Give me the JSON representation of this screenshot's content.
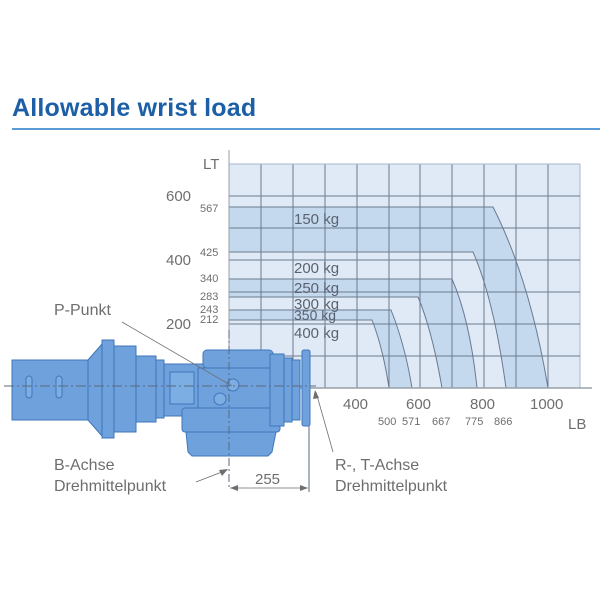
{
  "title": "Allowable wrist load",
  "colors": {
    "title": "#1c5fa6",
    "title_rule": "#5a9ad6",
    "grid_bg": "#dfeaf6",
    "band_fill": "#c4d8ee",
    "grid_line": "#6b7b8f",
    "robot_fill": "#6fa2dc",
    "robot_line": "#3f76bb",
    "text": "#6d6e70"
  },
  "chart_data": {
    "type": "area",
    "title": "Allowable wrist load",
    "xlabel": "LB",
    "ylabel": "LT",
    "xlim": [
      0,
      1100
    ],
    "ylim": [
      0,
      700
    ],
    "x_ticks": [
      400,
      600,
      800,
      1000
    ],
    "y_ticks": [
      200,
      400,
      600
    ],
    "x_minor_labels": [
      500,
      571,
      667,
      775,
      866
    ],
    "y_minor_labels": [
      567,
      425,
      340,
      283,
      243,
      212
    ],
    "grid": true,
    "series": [
      {
        "name": "150 kg",
        "LT_max": 567,
        "LB_max": 1000
      },
      {
        "name": "200 kg",
        "LT_max": 425,
        "LB_max": 866
      },
      {
        "name": "250 kg",
        "LT_max": 340,
        "LB_max": 775
      },
      {
        "name": "300 kg",
        "LT_max": 283,
        "LB_max": 667
      },
      {
        "name": "350 kg",
        "LT_max": 243,
        "LB_max": 571
      },
      {
        "name": "400 kg",
        "LT_max": 212,
        "LB_max": 500
      }
    ]
  },
  "axes": {
    "y_label": "LT",
    "x_label": "LB",
    "y_ticks": [
      "600",
      "400",
      "200"
    ],
    "y_minor": [
      "567",
      "425",
      "340",
      "283",
      "243",
      "212"
    ],
    "x_ticks": [
      "400",
      "600",
      "800",
      "1000"
    ],
    "x_minor": [
      "500",
      "571",
      "667",
      "775",
      "866"
    ]
  },
  "bands": [
    "150 kg",
    "200 kg",
    "250 kg",
    "300 kg",
    "350 kg",
    "400 kg"
  ],
  "annotations": {
    "p_point": "P-Punkt",
    "b_axis_line1": "B-Achse",
    "b_axis_line2": "Drehmittelpunkt",
    "rt_axis_line1": "R-, T-Achse",
    "rt_axis_line2": "Drehmittelpunkt",
    "dimension": "255"
  }
}
